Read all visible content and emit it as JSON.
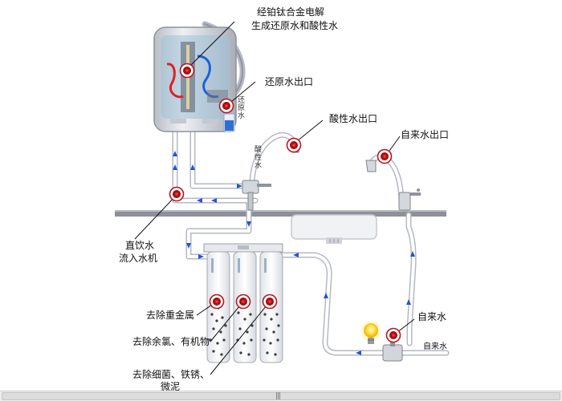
{
  "labels": {
    "electrolysis_line1": "经铂钛合金电解",
    "electrolysis_line2": "生成还原水和酸性水",
    "reduced_outlet": "还原水出口",
    "acidic_outlet": "酸性水出口",
    "tap_outlet": "自来水出口",
    "direct_drink_line1": "直饮水",
    "direct_drink_line2": "流入水机",
    "remove_heavy_metals": "去除重金属",
    "remove_chlorine": "去除余氯、有机物",
    "remove_bacteria_line1": "去除细菌、铁锈、",
    "remove_bacteria_line2": "微泥",
    "tap_water": "自来水",
    "tap_water_inlet": "自来水"
  },
  "vertical_labels": {
    "reduced_tube": "还原水",
    "acidic_tube": "酸性水"
  },
  "scrollbar": {
    "grip": "|||"
  },
  "colors": {
    "pipe": "#c9ced6",
    "flow_arrow": "#2255cc",
    "marker_ring": "#b8161f",
    "counter": "#8d9099"
  }
}
